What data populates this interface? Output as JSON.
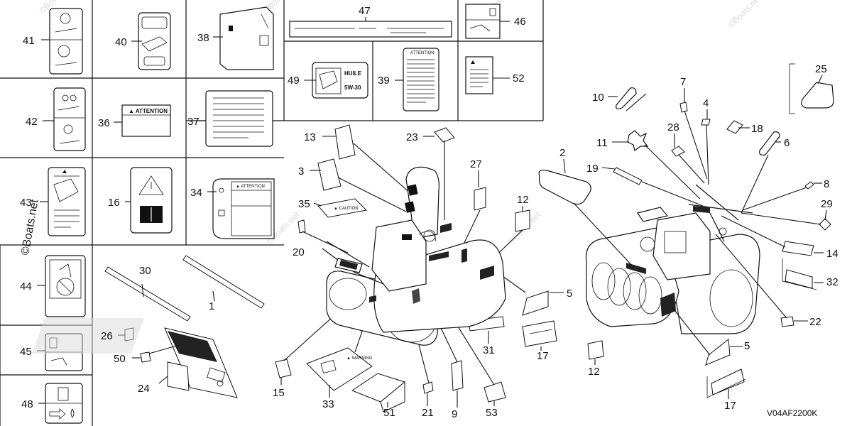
{
  "diagram_code": "V04AF2200K",
  "watermark": "©Boats.net",
  "label_texts": {
    "attention": "▲ ATTENTION",
    "attention_small": "▲ ATTENTION",
    "attention_fr": "ATTENTION",
    "caution": "▲ CAUTION",
    "warning": "▲ WARNING",
    "huile": "HUILE",
    "oil_grade": "5W-30"
  },
  "callouts": [
    {
      "id": "c41",
      "text": "41"
    },
    {
      "id": "c40",
      "text": "40"
    },
    {
      "id": "c38",
      "text": "38"
    },
    {
      "id": "c47",
      "text": "47"
    },
    {
      "id": "c46",
      "text": "46"
    },
    {
      "id": "c49",
      "text": "49"
    },
    {
      "id": "c39",
      "text": "39"
    },
    {
      "id": "c52",
      "text": "52"
    },
    {
      "id": "c42",
      "text": "42"
    },
    {
      "id": "c36",
      "text": "36"
    },
    {
      "id": "c37",
      "text": "37"
    },
    {
      "id": "c43",
      "text": "43"
    },
    {
      "id": "c16",
      "text": "16"
    },
    {
      "id": "c34",
      "text": "34"
    },
    {
      "id": "c44",
      "text": "44"
    },
    {
      "id": "c45",
      "text": "45"
    },
    {
      "id": "c48",
      "text": "48"
    },
    {
      "id": "c30",
      "text": "30"
    },
    {
      "id": "c1",
      "text": "1"
    },
    {
      "id": "c26",
      "text": "26"
    },
    {
      "id": "c50",
      "text": "50"
    },
    {
      "id": "c24",
      "text": "24"
    },
    {
      "id": "c13",
      "text": "13"
    },
    {
      "id": "c3",
      "text": "3"
    },
    {
      "id": "c35",
      "text": "35"
    },
    {
      "id": "c20",
      "text": "20"
    },
    {
      "id": "c23",
      "text": "23"
    },
    {
      "id": "c27",
      "text": "27"
    },
    {
      "id": "c12a",
      "text": "12"
    },
    {
      "id": "c5a",
      "text": "5"
    },
    {
      "id": "c17a",
      "text": "17"
    },
    {
      "id": "c31",
      "text": "31"
    },
    {
      "id": "c15",
      "text": "15"
    },
    {
      "id": "c33",
      "text": "33"
    },
    {
      "id": "c51",
      "text": "51"
    },
    {
      "id": "c21",
      "text": "21"
    },
    {
      "id": "c9",
      "text": "9"
    },
    {
      "id": "c53",
      "text": "53"
    },
    {
      "id": "c2",
      "text": "2"
    },
    {
      "id": "c10",
      "text": "10"
    },
    {
      "id": "c7",
      "text": "7"
    },
    {
      "id": "c4",
      "text": "4"
    },
    {
      "id": "c28",
      "text": "28"
    },
    {
      "id": "c18",
      "text": "18"
    },
    {
      "id": "c11",
      "text": "11"
    },
    {
      "id": "c6",
      "text": "6"
    },
    {
      "id": "c19",
      "text": "19"
    },
    {
      "id": "c8",
      "text": "8"
    },
    {
      "id": "c29",
      "text": "29"
    },
    {
      "id": "c25",
      "text": "25"
    },
    {
      "id": "c14",
      "text": "14"
    },
    {
      "id": "c32",
      "text": "32"
    },
    {
      "id": "c22",
      "text": "22"
    },
    {
      "id": "c5b",
      "text": "5"
    },
    {
      "id": "c12b",
      "text": "12"
    },
    {
      "id": "c17b",
      "text": "17"
    }
  ]
}
